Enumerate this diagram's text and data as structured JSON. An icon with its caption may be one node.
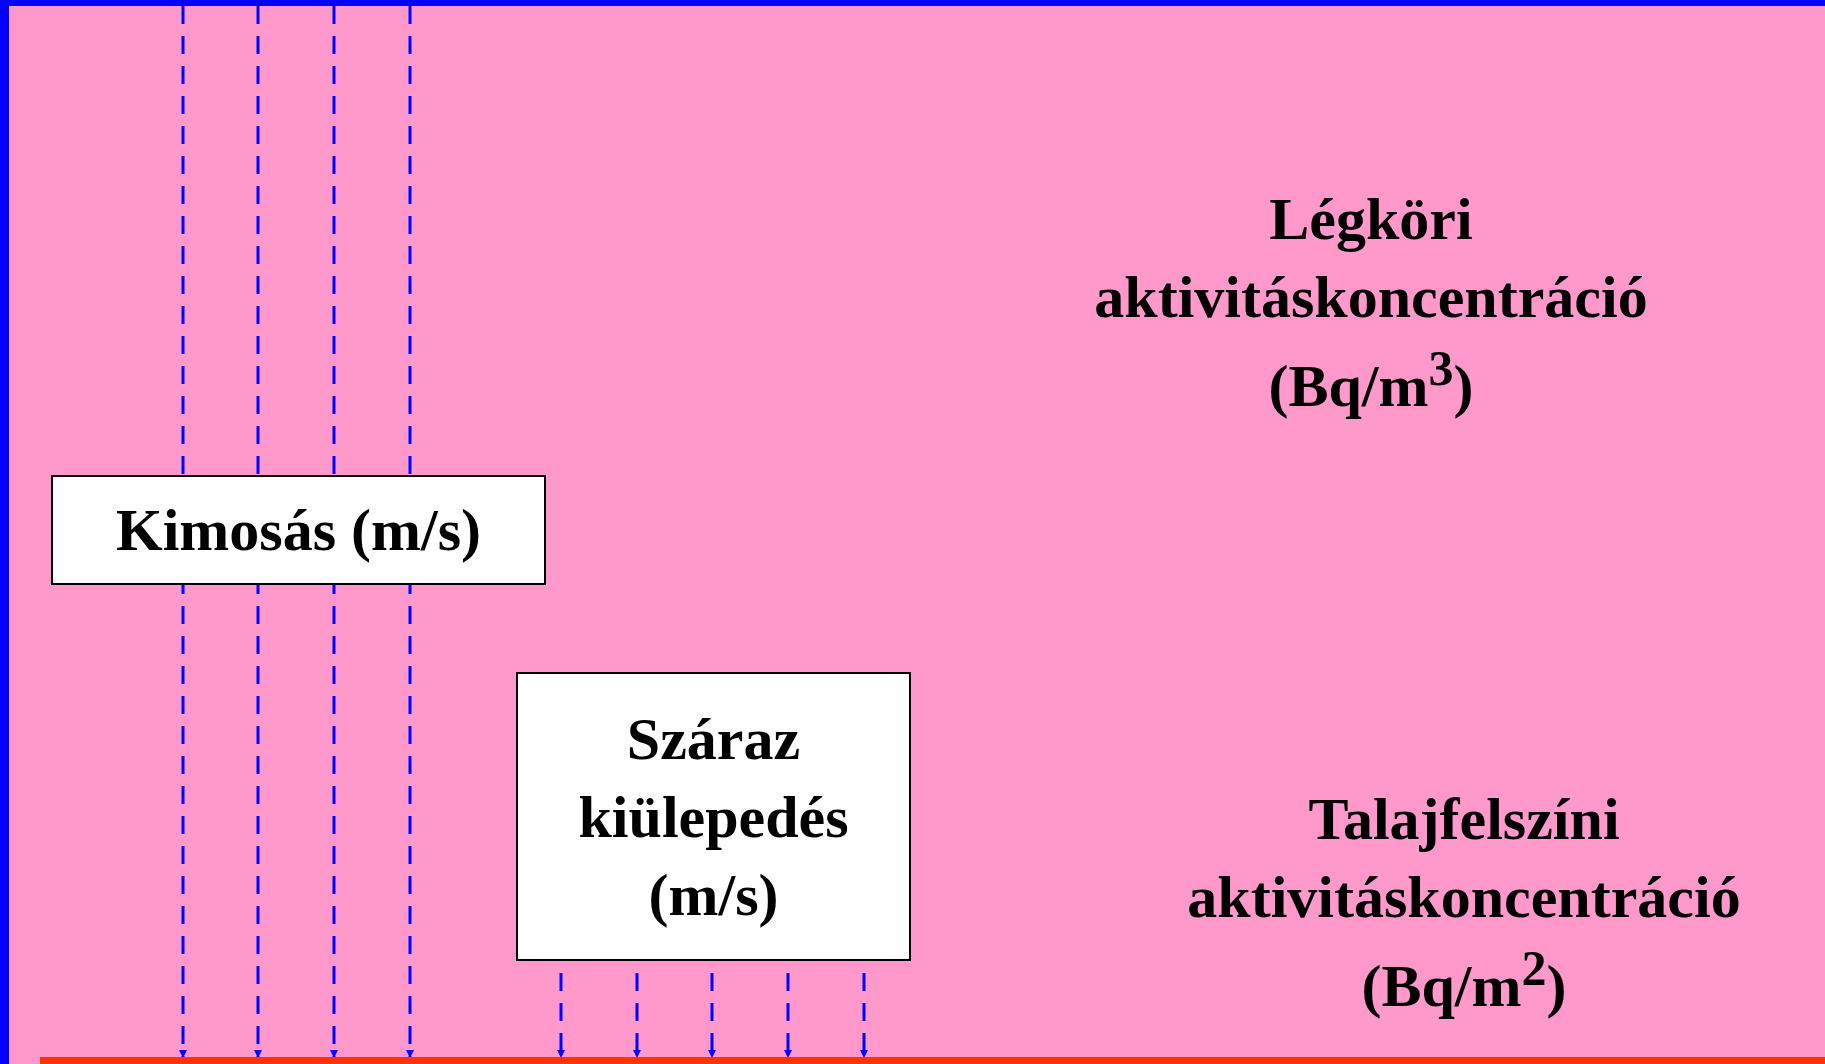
{
  "diagram": {
    "nodes": [
      {
        "text": [
          "Kimosás (m/s)"
        ]
      },
      {
        "text": [
          "Száraz kiülepedés (m/s)"
        ]
      },
      {
        "text": [],
        "shape": "bar"
      }
    ],
    "edges": [
      {
        "from": null,
        "to": 2,
        "arrow": "to",
        "style": "dashed"
      },
      {
        "from": null,
        "to": 2,
        "arrow": "to",
        "style": "dashed"
      },
      {
        "from": null,
        "to": 2,
        "arrow": "to",
        "style": "dashed"
      },
      {
        "from": null,
        "to": 2,
        "arrow": "to",
        "style": "dashed"
      },
      {
        "from": 1,
        "to": 2,
        "arrow": "to",
        "style": "dashed"
      },
      {
        "from": 1,
        "to": 2,
        "arrow": "to",
        "style": "dashed"
      },
      {
        "from": 1,
        "to": 2,
        "arrow": "to",
        "style": "dashed"
      },
      {
        "from": 1,
        "to": 2,
        "arrow": "to",
        "style": "dashed"
      },
      {
        "from": 1,
        "to": 2,
        "arrow": "to",
        "style": "dashed"
      }
    ],
    "labels": [
      "Légköri aktivitáskoncentráció (Bq/m$^{3}$)",
      "Talajfelszíni aktivitáskoncentráció (Bq/m$^{2}$)"
    ]
  }
}
